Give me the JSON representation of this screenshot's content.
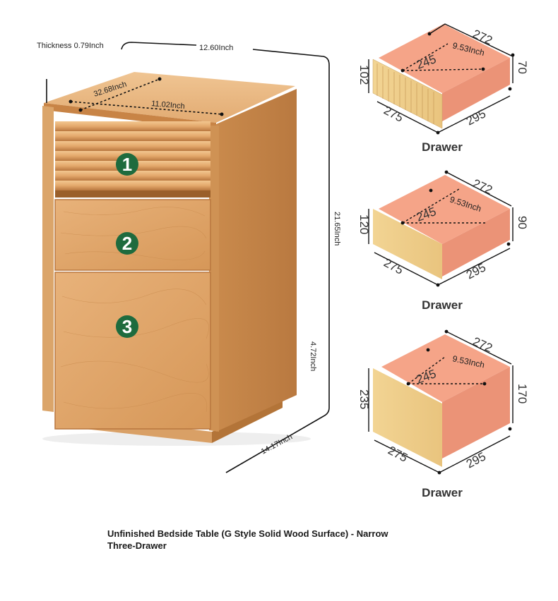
{
  "cabinet": {
    "thickness_label": "Thickness 0.79Inch",
    "width_label": "12.60Inch",
    "top_depth_label": "32.68Inch",
    "top_width_label": "11.02Inch",
    "height_label": "21.65Inch",
    "plinth_label": "4.72Inch",
    "depth_label": "14.17Inch",
    "drawer_numbers": [
      "1",
      "2",
      "3"
    ],
    "badge_color": "#1e6b3e"
  },
  "drawers": [
    {
      "caption": "Drawer",
      "inner": "245",
      "inner_depth": "9.53Inch",
      "back": "272",
      "front_height": "102",
      "side_height": "70",
      "front_width": "275",
      "side_depth": "295"
    },
    {
      "caption": "Drawer",
      "inner": "245",
      "inner_depth": "9.53Inch",
      "back": "272",
      "front_height": "120",
      "side_height": "90",
      "front_width": "275",
      "side_depth": "295"
    },
    {
      "caption": "Drawer",
      "inner": "245",
      "inner_depth": "9.53Inch",
      "back": "272",
      "front_height": "235",
      "side_height": "170",
      "front_width": "275",
      "side_depth": "295"
    }
  ],
  "product_title": "Unfinished Bedside Table (G Style Solid Wood Surface) - Narrow Three-Drawer"
}
